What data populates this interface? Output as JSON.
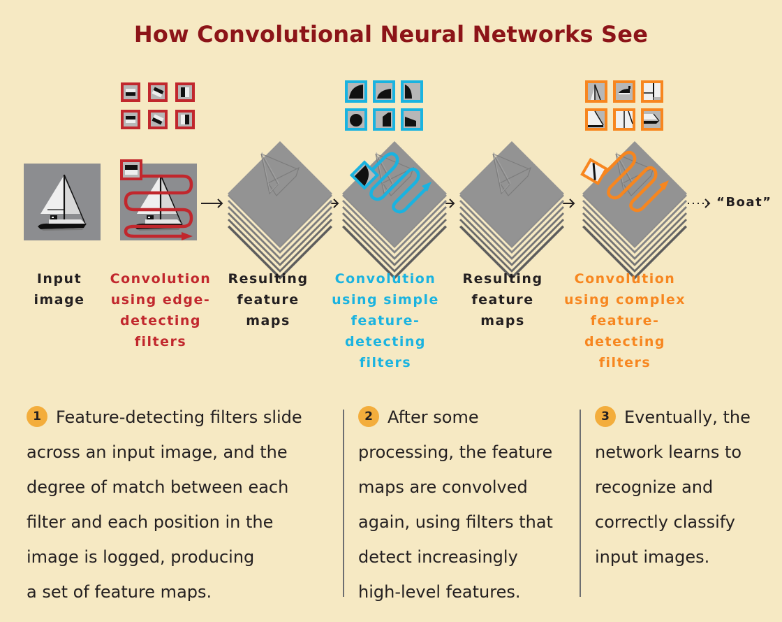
{
  "title": "How Convolutional Neural Networks See",
  "stages": [
    {
      "label": "Input\nimage",
      "color": "dark"
    },
    {
      "label": "Convolution\nusing edge-\ndetecting\nfilters",
      "color": "red"
    },
    {
      "label": "Resulting\nfeature\nmaps",
      "color": "dark"
    },
    {
      "label": "Convolution\nusing simple\nfeature-\ndetecting\nfilters",
      "color": "blue"
    },
    {
      "label": "Resulting\nfeature\nmaps",
      "color": "dark"
    },
    {
      "label": "Convolution\nusing complex\nfeature-\ndetecting\nfilters",
      "color": "orange"
    }
  ],
  "output_label": "“Boat”",
  "filter_sets": {
    "edge": {
      "color": "#c1272d",
      "count": 6,
      "kind": "edge"
    },
    "simple": {
      "color": "#1ab3e0",
      "count": 6,
      "kind": "simple-shapes"
    },
    "complex": {
      "color": "#f7861f",
      "count": 6,
      "kind": "boat-parts"
    }
  },
  "steps": [
    {
      "number": "1",
      "text": "Feature-detecting filters slide across an input image, and the degree of match between each filter and each position in the image is logged, producing a set of feature maps.",
      "lines": [
        "Feature-detecting filters slide",
        "across an input image, and the",
        "degree of match between each",
        "filter and each position in the",
        "image is logged, producing",
        "a set of feature maps."
      ]
    },
    {
      "number": "2",
      "text": "After some processing, the feature maps are convolved again, using filters that detect increasingly high-level features.",
      "lines": [
        "After some",
        "processing, the feature",
        "maps are convolved",
        "again, using filters that",
        "detect increasingly",
        "high-level features."
      ]
    },
    {
      "number": "3",
      "text": "Eventually, the network learns to recognize and correctly classify input images.",
      "lines": [
        "Eventually, the",
        "network learns to",
        "recognize and",
        "correctly classify",
        "input images."
      ]
    }
  ]
}
